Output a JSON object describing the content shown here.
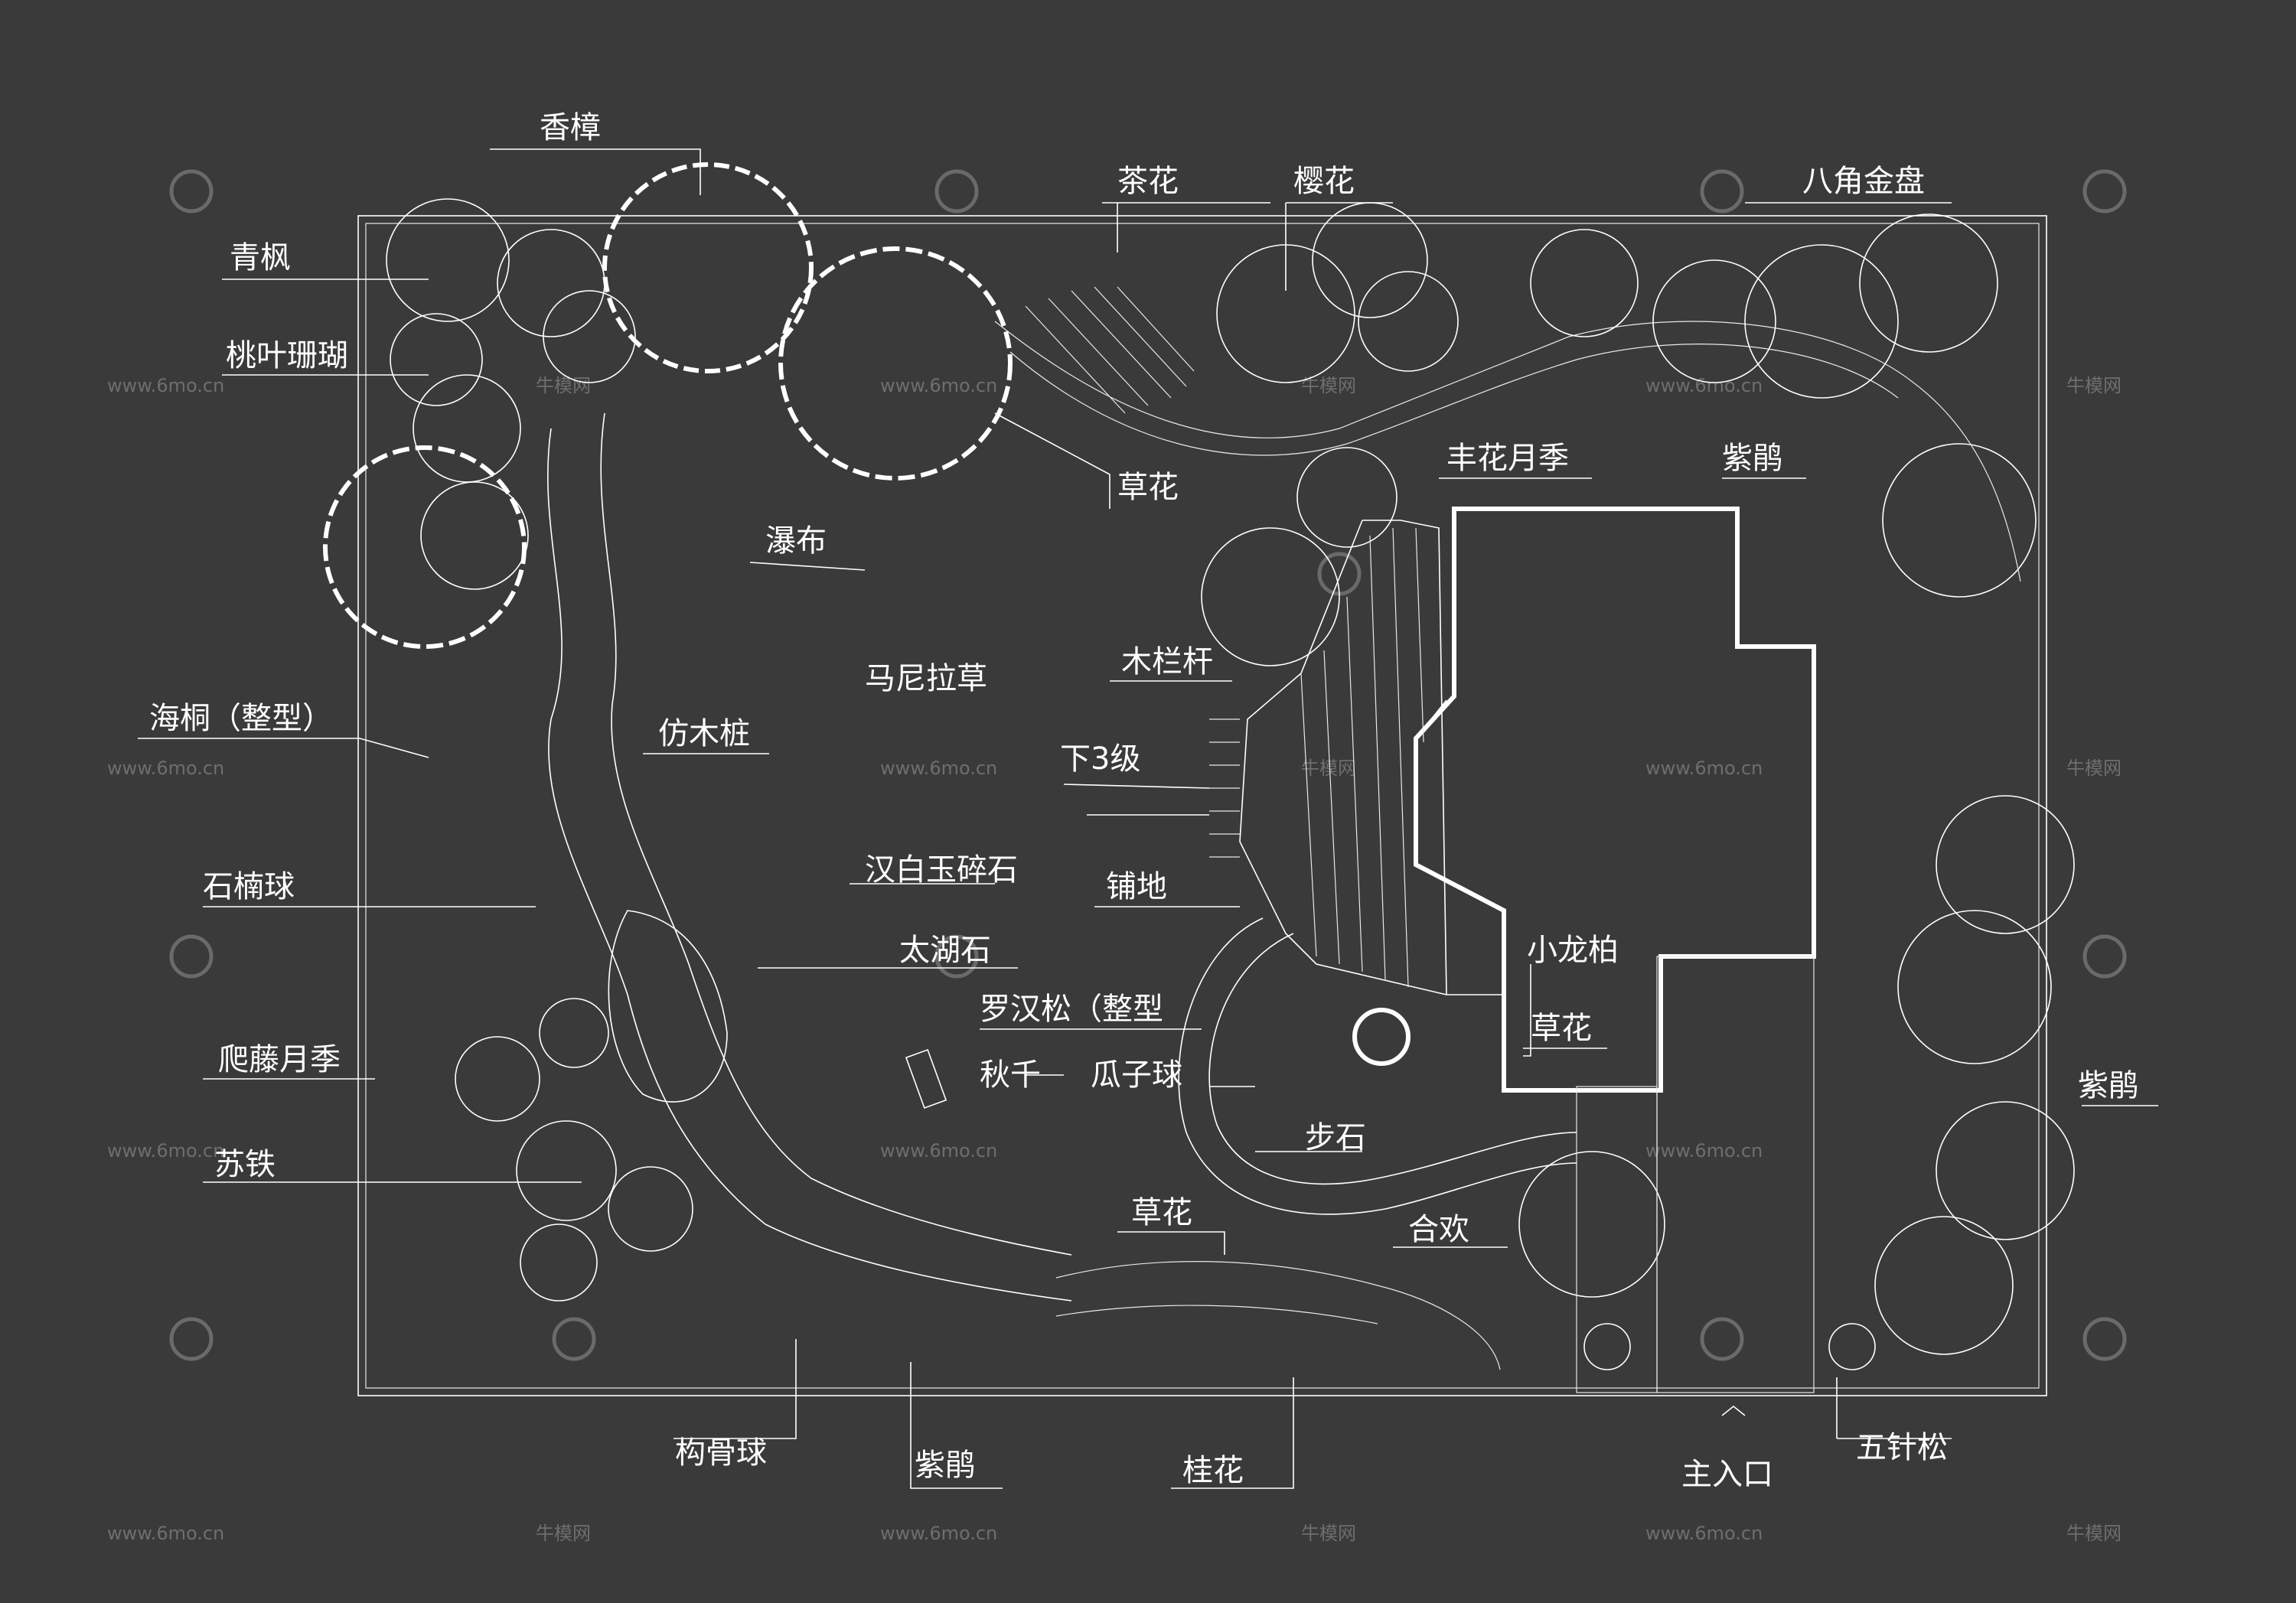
{
  "plan": {
    "labels": {
      "xiangzhang": "香樟",
      "qingfeng": "青枫",
      "taoye": "桃叶珊瑚",
      "chahua": "茶花",
      "yinghua": "樱花",
      "bajiao": "八角金盘",
      "caohua_top": "草花",
      "pubu": "瀑布",
      "fenghua": "丰花月季",
      "zijuan_top": "紫鹃",
      "manila": "马尼拉草",
      "mulangan": "木栏杆",
      "haitong": "海桐（整型）",
      "fangmu": "仿木桩",
      "xia3ji": "下3级",
      "hanbaiyu": "汉白玉碎石",
      "shinan": "石楠球",
      "pudi": "铺地",
      "taihu": "太湖石",
      "xiaolongbai": "小龙柏",
      "luohan": "罗汉松（整型",
      "caohua_mid": "草花",
      "pateng": "爬藤月季",
      "qiuqian": "秋千",
      "guazi": "瓜子球",
      "zijuan_right": "紫鹃",
      "bushi": "步石",
      "sutie": "苏铁",
      "caohua_bottom": "草花",
      "hehuan": "合欢",
      "gougu": "构骨球",
      "zijuan_bottom": "紫鹃",
      "guihua": "桂花",
      "zhurukou": "主入口",
      "wuzhen": "五针松"
    },
    "watermarks": {
      "url": "www.6mo.cn",
      "brand": "牛模网"
    },
    "colors": {
      "background": "#3a3a3a",
      "lines": "#ffffff",
      "watermark": "#6e6e6e"
    }
  }
}
